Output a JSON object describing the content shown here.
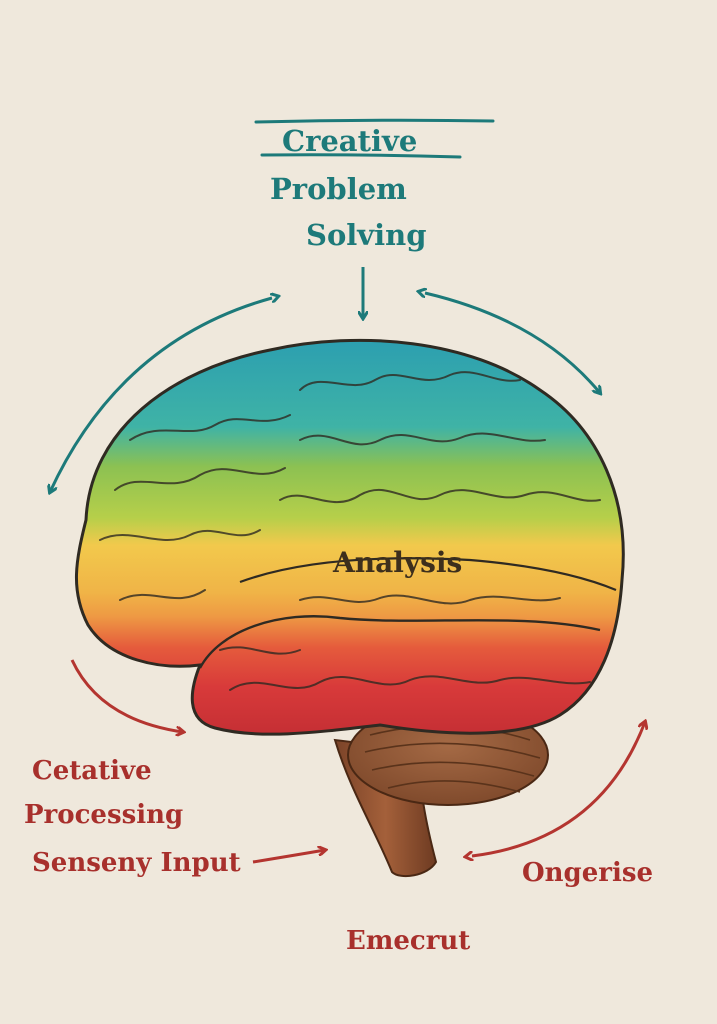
{
  "labels": {
    "creative": "Creative",
    "problem": "Problem",
    "solving": "Solving",
    "analysis": "Analysis",
    "cetative": "Cetative",
    "processing": "Processing",
    "senseny_input": "Senseny Input",
    "ongerise": "Ongerise",
    "emecrut": "Emecrut"
  },
  "colors": {
    "background": "#efe8dc",
    "teal": "#1d7a7a",
    "red": "#a8302c",
    "brain_top": "#2aa3b0",
    "brain_green": "#8cc152",
    "brain_yellow": "#f2c94c",
    "brain_orange": "#ee9a44",
    "brain_red": "#d83a3a",
    "cerebellum": "#8a5332"
  },
  "icons": [
    "brain-illustration",
    "curved-double-arrow",
    "down-arrow",
    "right-arrow"
  ]
}
